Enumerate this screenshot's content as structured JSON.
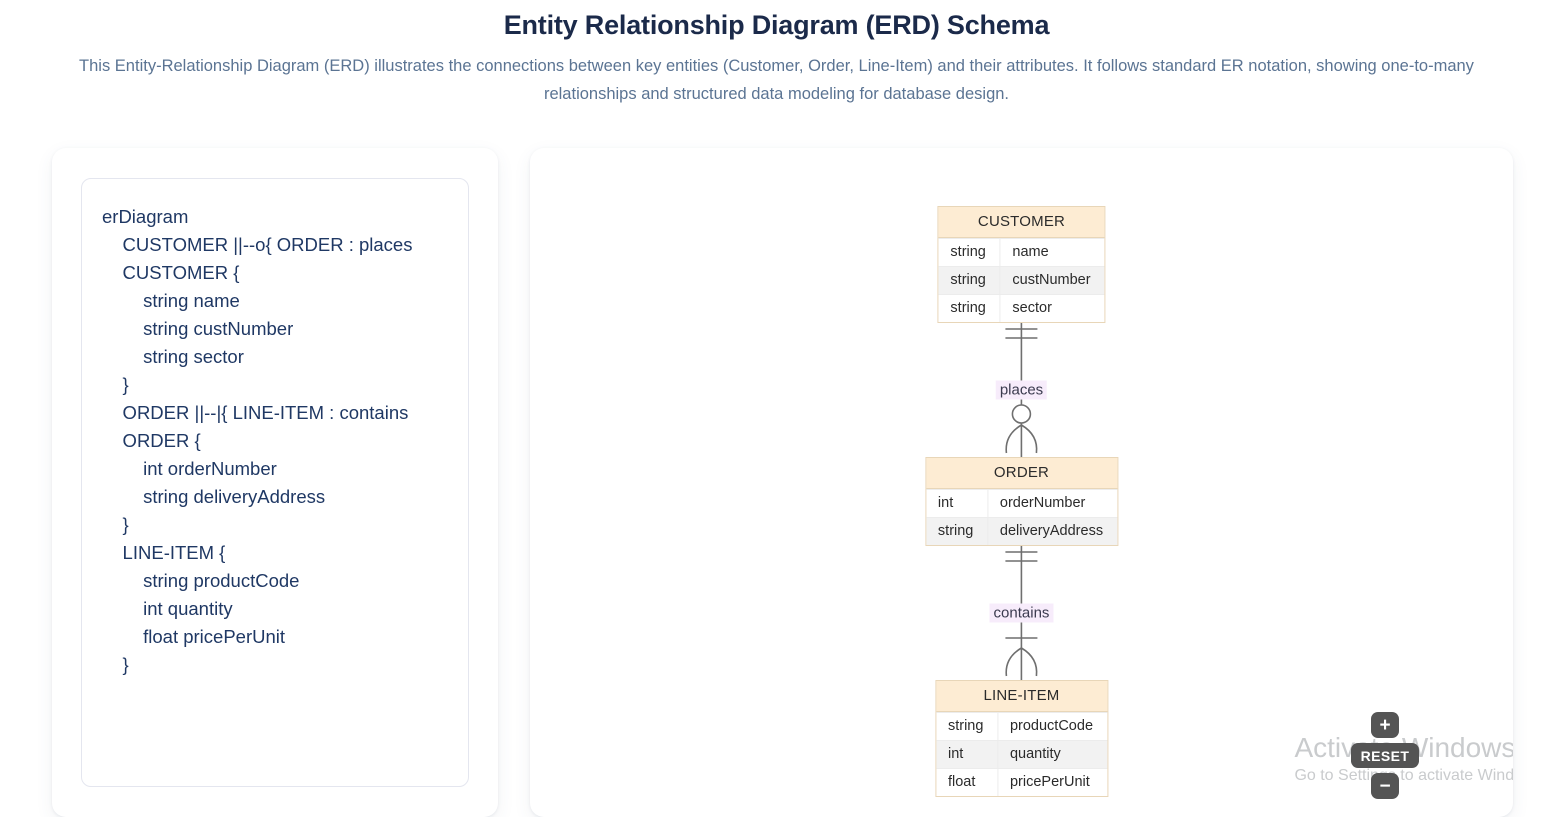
{
  "header": {
    "title": "Entity Relationship Diagram (ERD) Schema",
    "subtitle": "This Entity-Relationship Diagram (ERD) illustrates the connections between key entities (Customer, Order, Line-Item) and their attributes. It follows standard ER notation, showing one-to-many relationships and structured data modeling for database design."
  },
  "code": {
    "lines": [
      "erDiagram",
      "    CUSTOMER ||--o{ ORDER : places",
      "    CUSTOMER {",
      "        string name",
      "        string custNumber",
      "        string sector",
      "    }",
      "    ORDER ||--|{ LINE-ITEM : contains",
      "    ORDER {",
      "        int orderNumber",
      "        string deliveryAddress",
      "    }",
      "    LINE-ITEM {",
      "        string productCode",
      "        int quantity",
      "        float pricePerUnit",
      "    }"
    ]
  },
  "diagram": {
    "entities": [
      {
        "name": "CUSTOMER",
        "attributes": [
          {
            "type": "string",
            "name": "name"
          },
          {
            "type": "string",
            "name": "custNumber"
          },
          {
            "type": "string",
            "name": "sector"
          }
        ]
      },
      {
        "name": "ORDER",
        "attributes": [
          {
            "type": "int",
            "name": "orderNumber"
          },
          {
            "type": "string",
            "name": "deliveryAddress"
          }
        ]
      },
      {
        "name": "LINE-ITEM",
        "attributes": [
          {
            "type": "string",
            "name": "productCode"
          },
          {
            "type": "int",
            "name": "quantity"
          },
          {
            "type": "float",
            "name": "pricePerUnit"
          }
        ]
      }
    ],
    "relationships": [
      {
        "label": "places",
        "from": "CUSTOMER",
        "to": "ORDER",
        "notation": "||--o{",
        "cardinality": "one-to-zero-or-many"
      },
      {
        "label": "contains",
        "from": "ORDER",
        "to": "LINE-ITEM",
        "notation": "||--|{",
        "cardinality": "one-to-one-or-many"
      }
    ],
    "colors": {
      "entity_header": "#fdecd3",
      "entity_border": "#e8d6b8",
      "row_alt": "#f2f2f2",
      "relationship_label_bg": "#f7ecfb",
      "connector": "#6f6f6f"
    }
  },
  "controls": {
    "zoom_in": "+",
    "reset": "RESET",
    "zoom_out": "−"
  },
  "watermark": {
    "title": "Activate Windows",
    "subtitle": "Go to Settings to activate Windows."
  }
}
